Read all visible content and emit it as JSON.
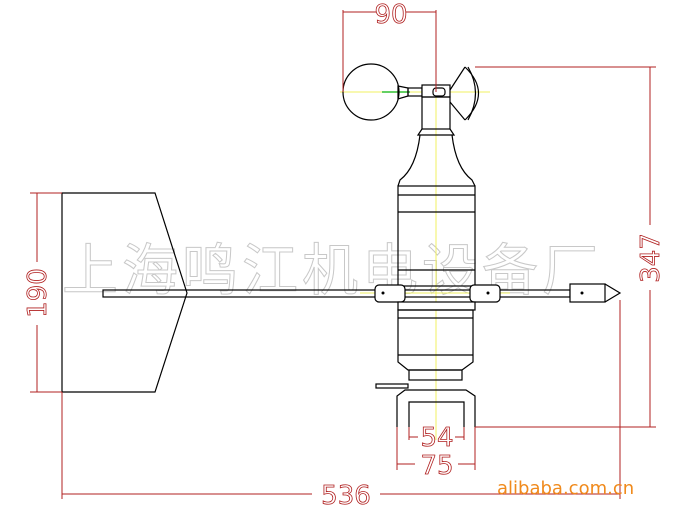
{
  "drawing": {
    "dimensions": {
      "cup_span": "90",
      "vane_height": "190",
      "total_height": "347",
      "total_length": "536",
      "base_inner": "54",
      "base_outer": "75"
    },
    "watermark": "上海鸣江机电设备厂",
    "site_watermark": "alibaba.com.cn",
    "colors": {
      "outline": "#000000",
      "dimension": "#b02020",
      "centerline": "#f0f060",
      "site_watermark": "#f08a1c"
    }
  }
}
